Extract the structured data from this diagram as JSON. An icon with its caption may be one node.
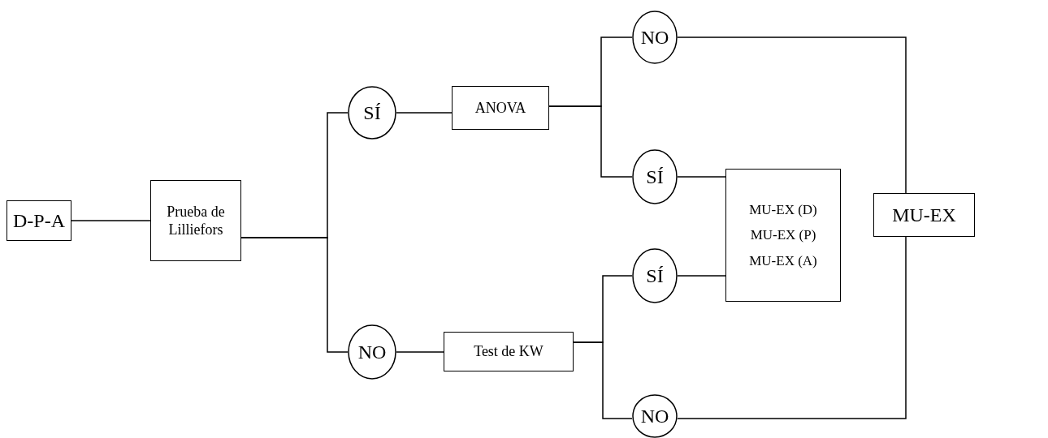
{
  "diagram": {
    "nodes": [
      {
        "text": [
          "D-P-A"
        ]
      },
      {
        "text": [
          "Prueba de Lilliefors"
        ]
      },
      {
        "text": [
          "SÍ"
        ]
      },
      {
        "text": [
          "ANOVA"
        ]
      },
      {
        "text": [
          "NO"
        ]
      },
      {
        "text": [
          "Test de KW"
        ]
      },
      {
        "text": [
          "NO"
        ]
      },
      {
        "text": [
          "SÍ"
        ]
      },
      {
        "text": [
          "SÍ"
        ]
      },
      {
        "text": [
          "NO"
        ]
      },
      {
        "text": [
          "MU-EX (D)",
          "MU-EX (P)",
          "MU-EX (A)"
        ]
      },
      {
        "text": [
          "MU-EX"
        ]
      }
    ],
    "edges": [
      {
        "from": 0,
        "to": 1,
        "arrow": "none"
      },
      {
        "from": 1,
        "to": 2,
        "arrow": "none"
      },
      {
        "from": 1,
        "to": 4,
        "arrow": "none"
      },
      {
        "from": 2,
        "to": 3,
        "arrow": "none"
      },
      {
        "from": 4,
        "to": 5,
        "arrow": "none"
      },
      {
        "from": 3,
        "to": 6,
        "arrow": "none"
      },
      {
        "from": 3,
        "to": 7,
        "arrow": "none"
      },
      {
        "from": 5,
        "to": 8,
        "arrow": "none"
      },
      {
        "from": 5,
        "to": 9,
        "arrow": "none"
      },
      {
        "from": 7,
        "to": 10,
        "arrow": "none"
      },
      {
        "from": 8,
        "to": 10,
        "arrow": "none"
      },
      {
        "from": 6,
        "to": 11,
        "arrow": "none"
      },
      {
        "from": 9,
        "to": 11,
        "arrow": "none"
      }
    ]
  }
}
